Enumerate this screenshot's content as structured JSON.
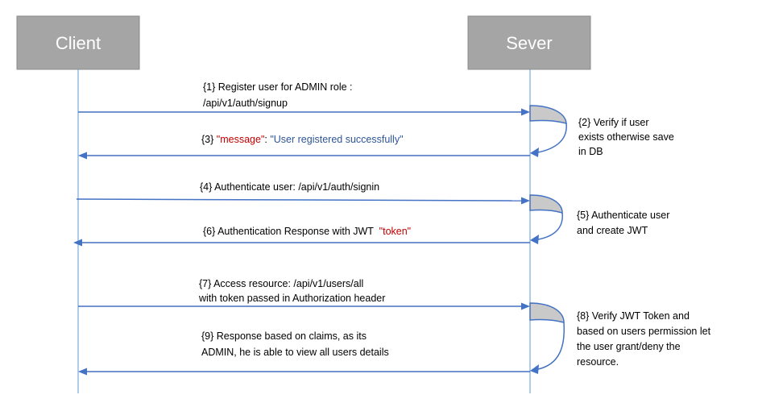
{
  "actors": {
    "client": "Client",
    "server": "Sever"
  },
  "messages": {
    "m1": {
      "line1": "{1} Register user for ADMIN role :",
      "line2": "/api/v1/auth/signup"
    },
    "m2": {
      "line1": "{2} Verify if user",
      "line2": "exists otherwise save",
      "line3": "in DB"
    },
    "m3": {
      "prefix": "{3} ",
      "key": "\"message\"",
      "sep": ": ",
      "value": "\"User registered successfully\""
    },
    "m4": {
      "line1": "{4} Authenticate user: /api/v1/auth/signin"
    },
    "m5": {
      "line1": "{5} Authenticate user",
      "line2": "and create JWT"
    },
    "m6": {
      "prefix": "{6} Authentication Response with JWT  ",
      "token": "\"token\""
    },
    "m7": {
      "line1": "{7} Access resource: /api/v1/users/all",
      "line2": "with token passed in Authorization header"
    },
    "m8": {
      "line1": "{8} Verify JWT Token and",
      "line2": "based on users permission let",
      "line3": "the user grant/deny the",
      "line4": "resource."
    },
    "m9": {
      "line1": "{9} Response based on claims, as its",
      "line2": "ADMIN, he is able to view all users details"
    }
  },
  "colors": {
    "actor_box": "#a5a5a5",
    "arrow": "#4472c4",
    "lifeline": "#5b9bd5",
    "json_key": "#c00000",
    "json_value": "#2e5597"
  }
}
